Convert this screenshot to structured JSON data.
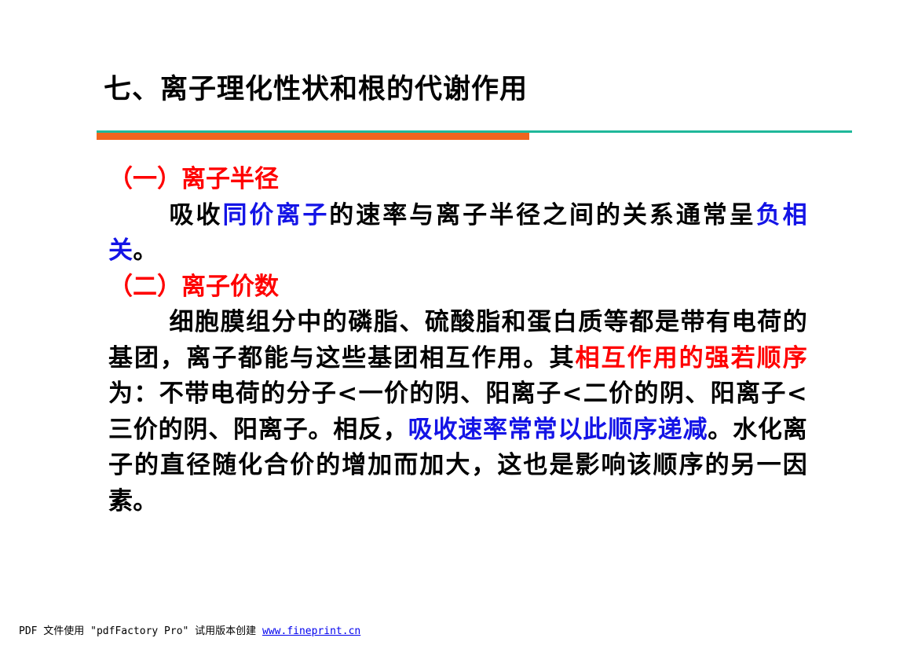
{
  "slide": {
    "title": "七、离子理化性状和根的代谢作用"
  },
  "section1": {
    "heading": "（一）离子半径",
    "paragraph": [
      {
        "text": "吸收",
        "style": "normal"
      },
      {
        "text": "同价离子",
        "style": "blue"
      },
      {
        "text": "的速率与离子半径之间的关系通常呈",
        "style": "normal"
      },
      {
        "text": "负相关",
        "style": "blue"
      },
      {
        "text": "。",
        "style": "normal"
      }
    ]
  },
  "section2": {
    "heading": "（二）离子价数",
    "paragraph": [
      {
        "text": "细胞膜组分中的磷脂、硫酸脂和蛋白质等都是带有电荷的基团，离子都能与这些基团相互作用。其",
        "style": "normal"
      },
      {
        "text": "相互作用的强若顺序",
        "style": "red"
      },
      {
        "text": "为：不带电荷的分子<一价的阴、阳离子<二价的阴、阳离子<三价的阴、阳离子。相反，",
        "style": "normal"
      },
      {
        "text": "吸收速率常常以此顺序递减",
        "style": "blue"
      },
      {
        "text": "。水化离子的直径随化合价的增加而加大，这也是影响该顺序的另一因素。",
        "style": "normal"
      }
    ]
  },
  "footer": {
    "text": "PDF 文件使用 \"pdfFactory Pro\" 试用版本创建 ",
    "link": "www.fineprint.cn"
  },
  "colors": {
    "heading_red": "#ff0000",
    "highlight_blue": "#1414e6",
    "rule_teal": "#1fb89a",
    "rule_orange": "#f0641e"
  }
}
